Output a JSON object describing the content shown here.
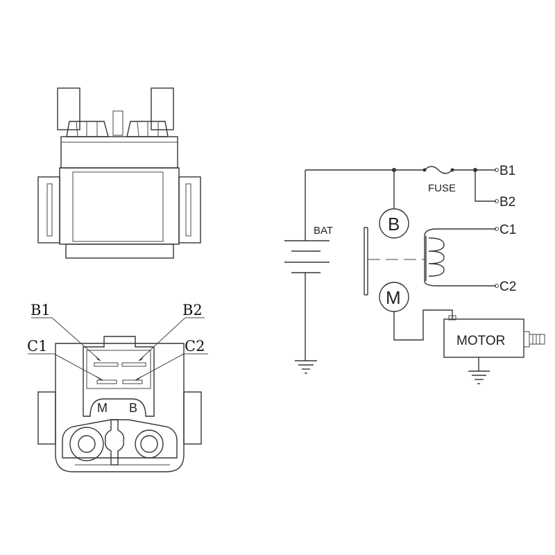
{
  "labels": {
    "b1_pin": "B1",
    "b2_pin": "B2",
    "c1_pin": "C1",
    "c2_pin": "C2",
    "terminal_m": "M",
    "terminal_b": "B",
    "bat": "BAT",
    "fuse": "FUSE",
    "sch_b1": "B1",
    "sch_b2": "B2",
    "sch_c1": "C1",
    "sch_c2": "C2",
    "sch_b": "B",
    "sch_m": "M",
    "motor": "MOTOR"
  }
}
